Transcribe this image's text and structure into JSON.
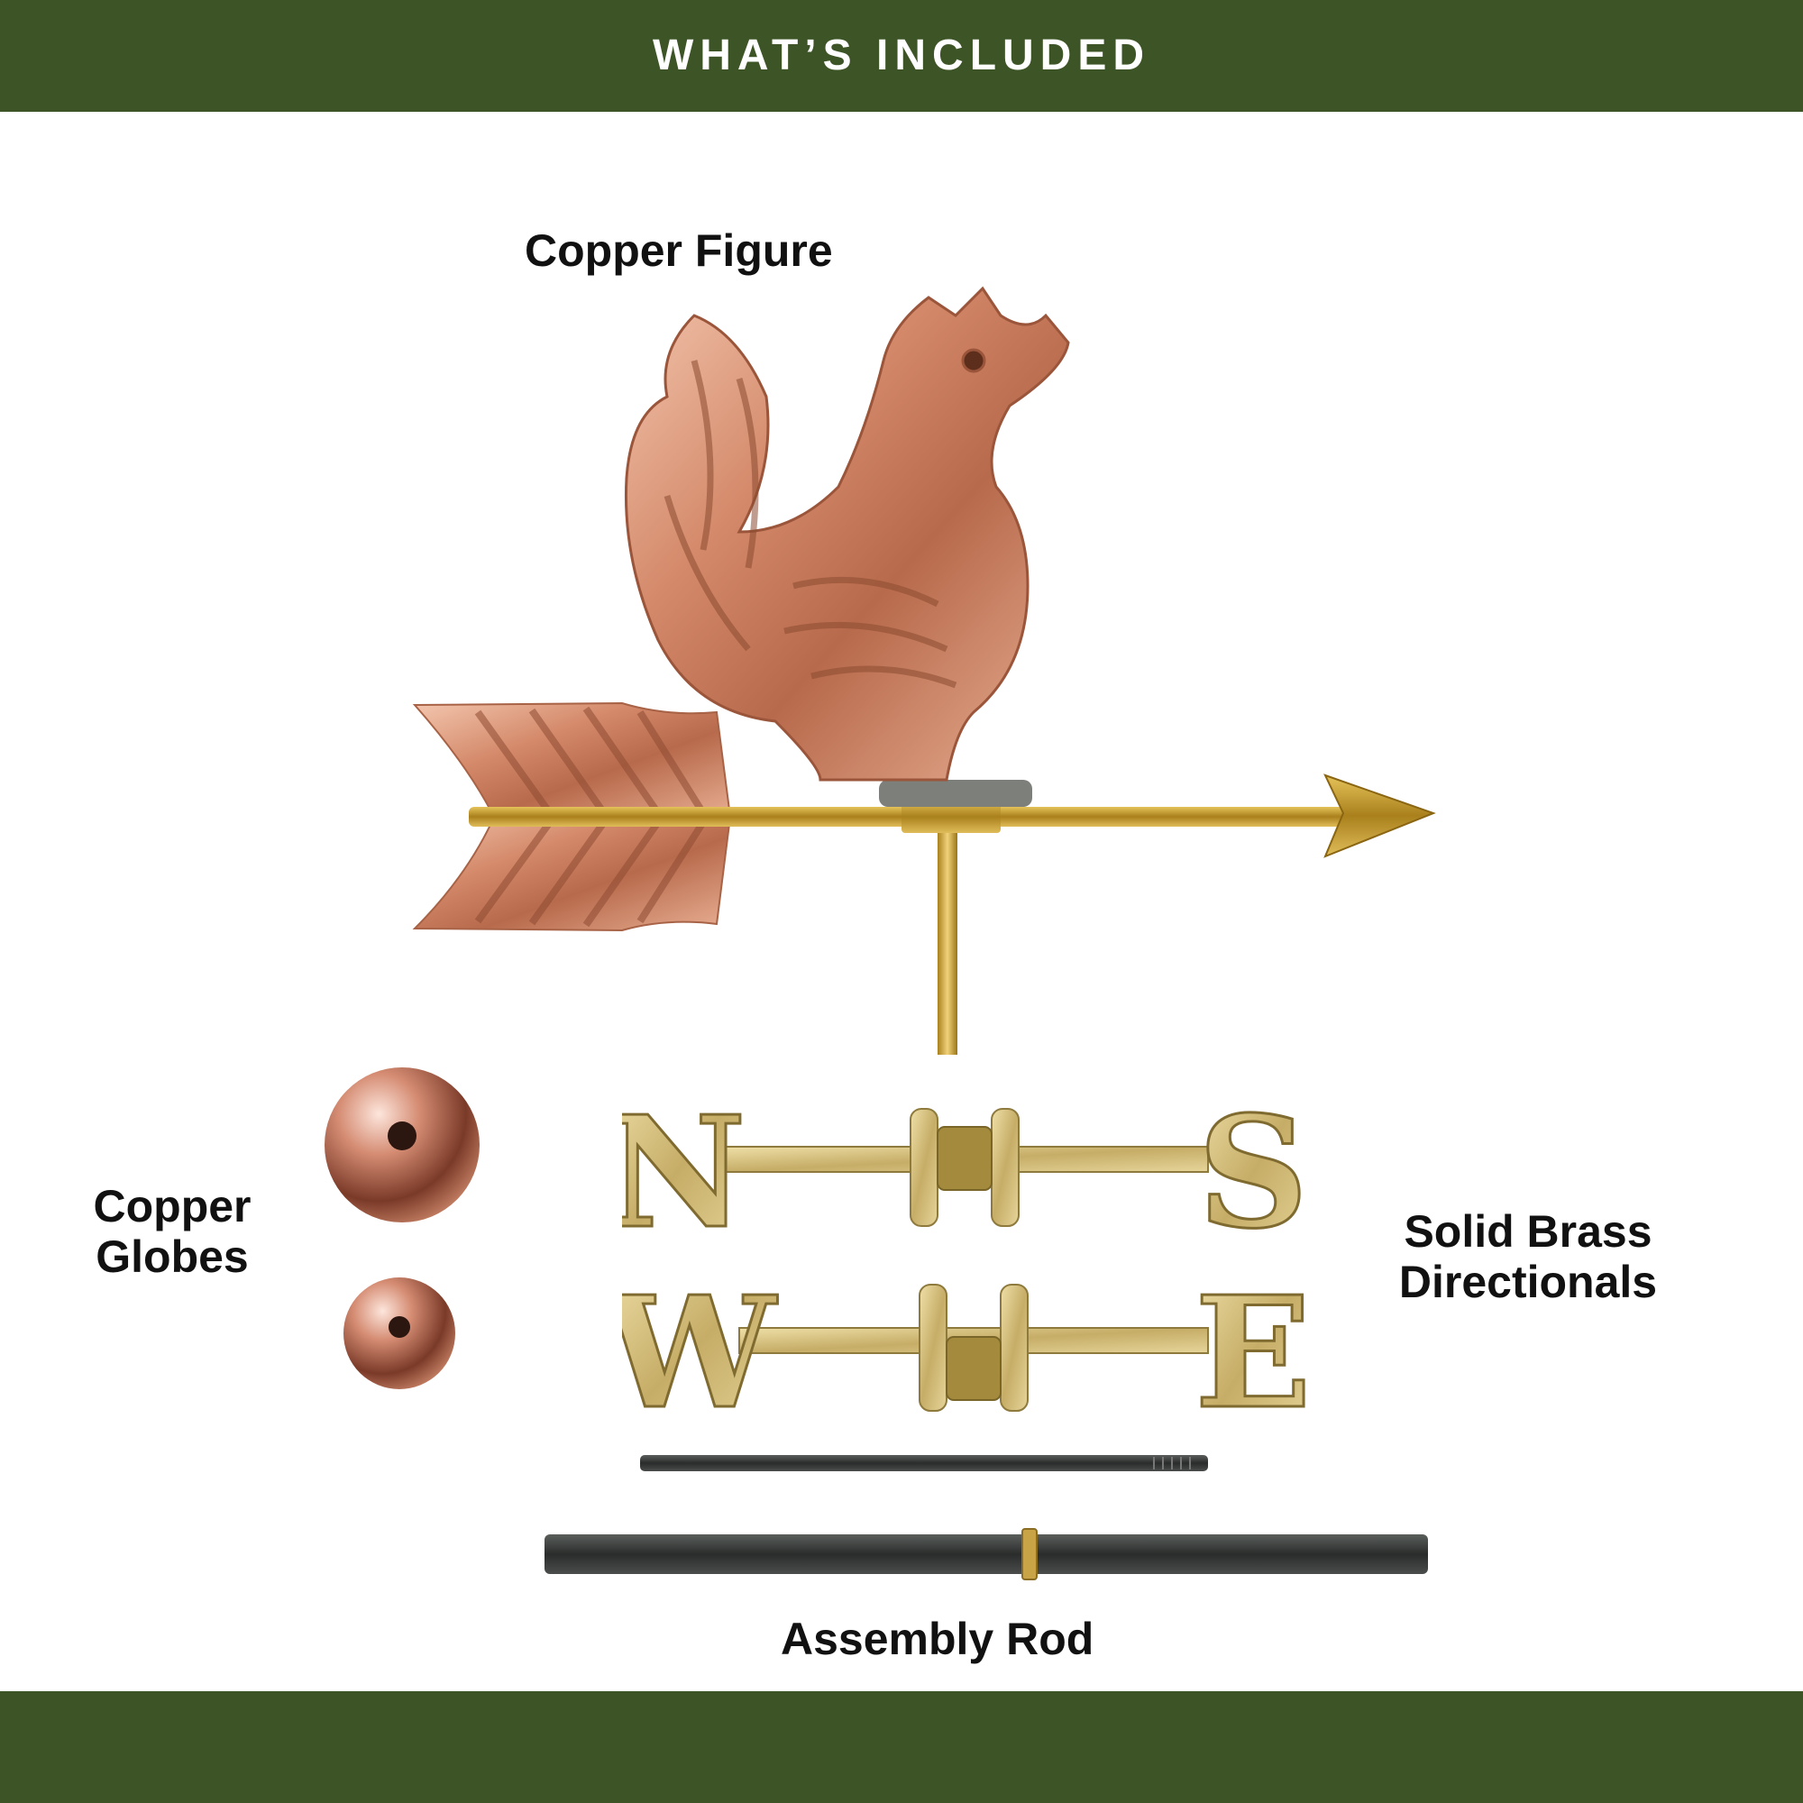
{
  "header": {
    "title": "WHAT’S INCLUDED"
  },
  "labels": {
    "copper_figure": "Copper Figure",
    "copper_globes": [
      "Copper",
      "Globes"
    ],
    "brass_directionals": [
      "Solid Brass",
      "Directionals"
    ],
    "assembly_rod": "Assembly Rod"
  },
  "directionals": {
    "north": "N",
    "south": "S",
    "west": "W",
    "east": "E"
  },
  "colors": {
    "band": "#3d5526",
    "copper": "#d08a6c",
    "brass": "#cbb373",
    "rod": "#2f3230"
  }
}
